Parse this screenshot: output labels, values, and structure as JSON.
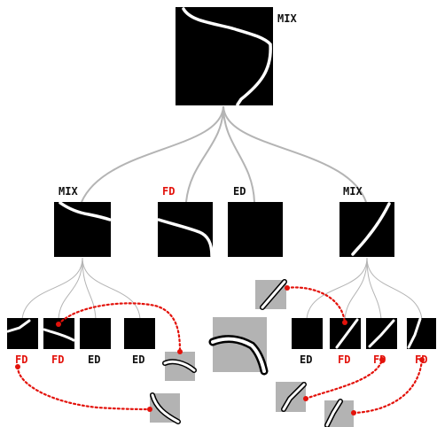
{
  "colors": {
    "tile_background": "#000000",
    "crack": "#ffffff",
    "patch_background": "#b3b3b3",
    "connector": "#b4b4b4",
    "highlight_red": "#e3120b",
    "label_black": "#111111"
  },
  "root": {
    "label": "MIX"
  },
  "level1": [
    {
      "label": "MIX"
    },
    {
      "label": "FD"
    },
    {
      "label": "ED"
    },
    {
      "label": "MIX"
    }
  ],
  "level2_left": [
    {
      "label": "FD"
    },
    {
      "label": "FD"
    },
    {
      "label": "ED"
    },
    {
      "label": "ED"
    }
  ],
  "level2_right": [
    {
      "label": "ED"
    },
    {
      "label": "FD"
    },
    {
      "label": "FD"
    },
    {
      "label": "FD"
    }
  ]
}
